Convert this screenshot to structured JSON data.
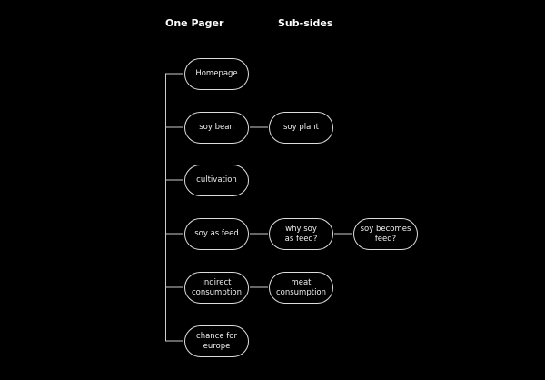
{
  "headers": {
    "one_pager": "One Pager",
    "sub_sides": "Sub-sides"
  },
  "pages": [
    {
      "label": "Homepage",
      "children": []
    },
    {
      "label": "soy bean",
      "children": [
        "soy plant"
      ]
    },
    {
      "label": "cultivation",
      "children": []
    },
    {
      "label": "soy as feed",
      "children": [
        "why soy as feed?",
        "soy becomes feed?"
      ]
    },
    {
      "label": "indirect consumption",
      "children": [
        "meat consumption"
      ]
    },
    {
      "label": "chance for europe",
      "children": []
    }
  ]
}
